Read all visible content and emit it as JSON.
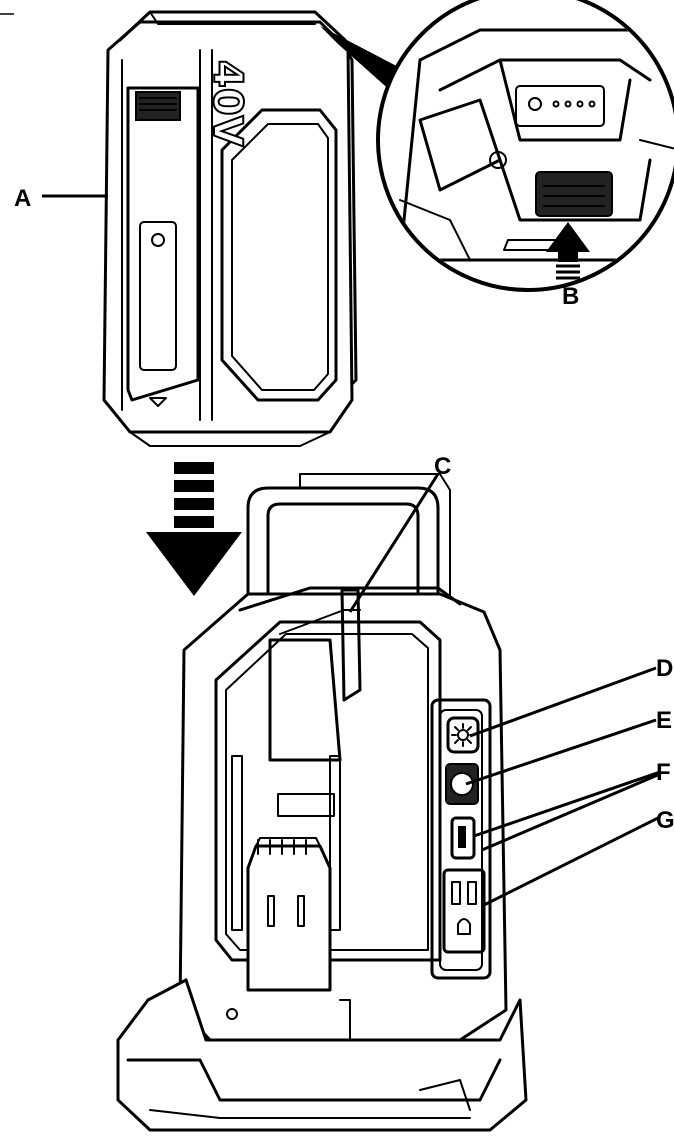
{
  "figure": {
    "brand_mark": "40V",
    "callouts": {
      "a": "A",
      "b": "B",
      "c": "C",
      "d": "D",
      "e": "E",
      "f": "F",
      "g": "G"
    }
  },
  "colors": {
    "line": "#000000",
    "background": "#ffffff"
  }
}
